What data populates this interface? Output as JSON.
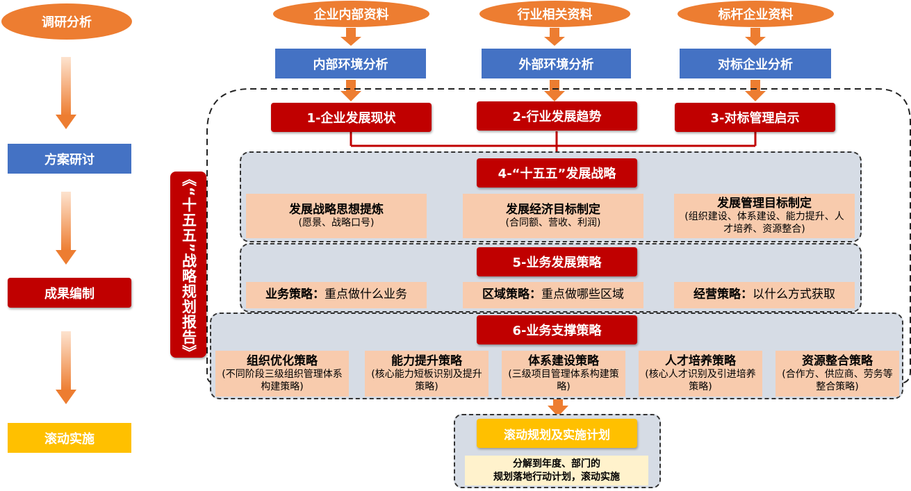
{
  "left_column": {
    "step1": "调研分析",
    "step2": "方案研讨",
    "step3": "成果编制",
    "step4": "滚动实施"
  },
  "sources": [
    "企业内部资料",
    "行业相关资料",
    "标杆企业资料"
  ],
  "analysis": [
    "内部环境分析",
    "外部环境分析",
    "对标企业分析"
  ],
  "stage1": [
    "1-企业发展现状",
    "2-行业发展趋势",
    "3-对标管理启示"
  ],
  "side_label": "《“十五五”战略规划报告》",
  "section4": {
    "title": "4-“十五五”发展战略",
    "boxes": [
      {
        "title": "发展战略思想提炼",
        "sub": "(愿景、战略口号)"
      },
      {
        "title": "发展经济目标制定",
        "sub": "(合同额、营收、利润)"
      },
      {
        "title": "发展管理目标制定",
        "sub": "(组织建设、体系建设、能力提升、人才培养、资源整合)"
      }
    ]
  },
  "section5": {
    "title": "5-业务发展策略",
    "boxes": [
      {
        "label": "业务策略：",
        "text": "重点做什么业务"
      },
      {
        "label": "区域策略：",
        "text": "重点做哪些区域"
      },
      {
        "label": "经营策略：",
        "text": "以什么方式获取"
      }
    ]
  },
  "section6": {
    "title": "6-业务支撑策略",
    "boxes": [
      {
        "title": "组织优化策略",
        "sub": "(不同阶段三级组织管理体系构建策略)"
      },
      {
        "title": "能力提升策略",
        "sub": "(核心能力短板识别及提升策略)"
      },
      {
        "title": "体系建设策略",
        "sub": "(三级项目管理体系构建策略)"
      },
      {
        "title": "人才培养策略",
        "sub": "(核心人才识别及引进培养策略)"
      },
      {
        "title": "资源整合策略",
        "sub": "(合作方、供应商、劳务等整合策略)"
      }
    ]
  },
  "implementation": {
    "title": "滚动规划及实施计划",
    "line1": "分解到年度、部门的",
    "line2": "规划落地行动计划，滚动实施"
  },
  "colors": {
    "orange": "#ed7d31",
    "blue": "#4472c4",
    "red": "#c00000",
    "peach": "#f8cbad",
    "band": "#d6dce5",
    "yellow": "#ffc000",
    "cream": "#fff2cc"
  }
}
